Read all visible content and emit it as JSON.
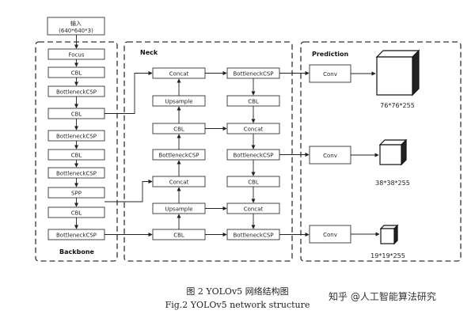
{
  "input": {
    "label": "输入",
    "size": "(640*640*3)"
  },
  "panels": {
    "backbone": "Backbone",
    "neck": "Neck",
    "prediction": "Prediction"
  },
  "backbone": {
    "focus": "Focus",
    "cbl_1": "CBL",
    "bcsp_1": "BottleneckCSP",
    "cbl_2": "CBL",
    "bcsp_2": "BottleneckCSP",
    "cbl_3": "CBL",
    "bcsp_3": "BottleneckCSP",
    "spp": "SPP",
    "cbl_4": "CBL",
    "bcsp_4": "BottleneckCSP"
  },
  "neck_left": {
    "concat_1": "Concat",
    "upsample_1": "Upsample",
    "cbl_1": "CBL",
    "bcsp_1": "BottleneckCSP",
    "concat_2": "Concat",
    "upsample_2": "Upsample",
    "cbl_2": "CBL"
  },
  "neck_right": {
    "bcsp_1": "BottleneckCSP",
    "cbl_1": "CBL",
    "concat_1": "Concat",
    "bcsp_2": "BottleneckCSP",
    "cbl_2": "CBL",
    "concat_2": "Concat",
    "bcsp_3": "BottleneckCSP"
  },
  "prediction": {
    "conv_1": "Conv",
    "conv_2": "Conv",
    "conv_3": "Conv",
    "out_1": "76*76*255",
    "out_2": "38*38*255",
    "out_3": "19*19*255"
  },
  "caption_cn": "图 2    YOLOv5 网络结构图",
  "caption_en": "Fig.2    YOLOv5 network structure",
  "watermark": "知乎 @人工智能算法研究",
  "colors": {
    "line": "#222222",
    "box_fill": "#ffffff",
    "panel_border": "#333333",
    "text": "#222222"
  }
}
